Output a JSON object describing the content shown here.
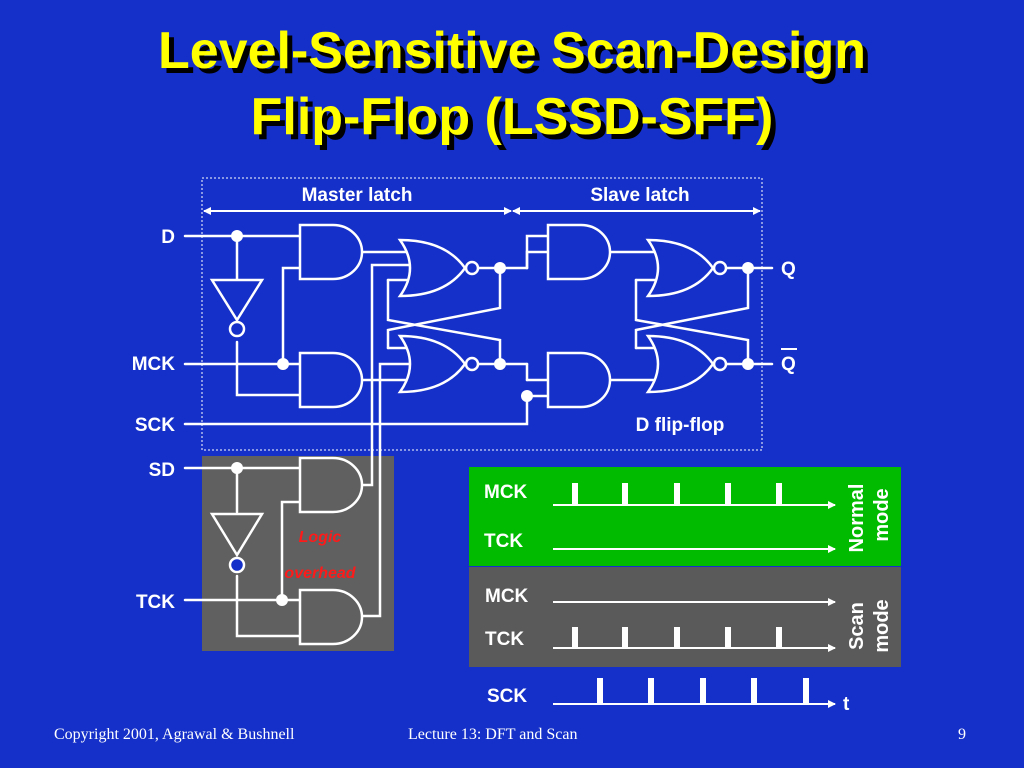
{
  "slide": {
    "title_line1": "Level-Sensitive Scan-Design",
    "title_line2": "Flip-Flop (LSSD-SFF)",
    "page_number": "9"
  },
  "footer": {
    "copyright": "Copyright 2001, Agrawal & Bushnell",
    "lecture": "Lecture 13: DFT and Scan"
  },
  "circuit": {
    "master_label": "Master latch",
    "slave_label": "Slave latch",
    "dff_label": "D flip-flop",
    "inputs": {
      "d": "D",
      "mck": "MCK",
      "sck": "SCK",
      "sd": "SD",
      "tck": "TCK"
    },
    "outputs": {
      "q": "Q",
      "qbar": "Q"
    },
    "overhead_line1": "Logic",
    "overhead_line2": "overhead"
  },
  "timing": {
    "normal": {
      "mode_line1": "Normal",
      "mode_line2": "mode",
      "signal1": "MCK",
      "signal2": "TCK"
    },
    "scan": {
      "mode_line1": "Scan",
      "mode_line2": "mode",
      "signal1": "MCK",
      "signal2": "TCK"
    },
    "sck_label": "SCK",
    "time_label": "t"
  },
  "colors": {
    "background": "#1530c8",
    "title": "#ffff00",
    "overhead_box": "#606060",
    "normal_panel": "#00bb00",
    "scan_panel": "#5a5a5a",
    "overhead_text": "#ff1a1a"
  }
}
